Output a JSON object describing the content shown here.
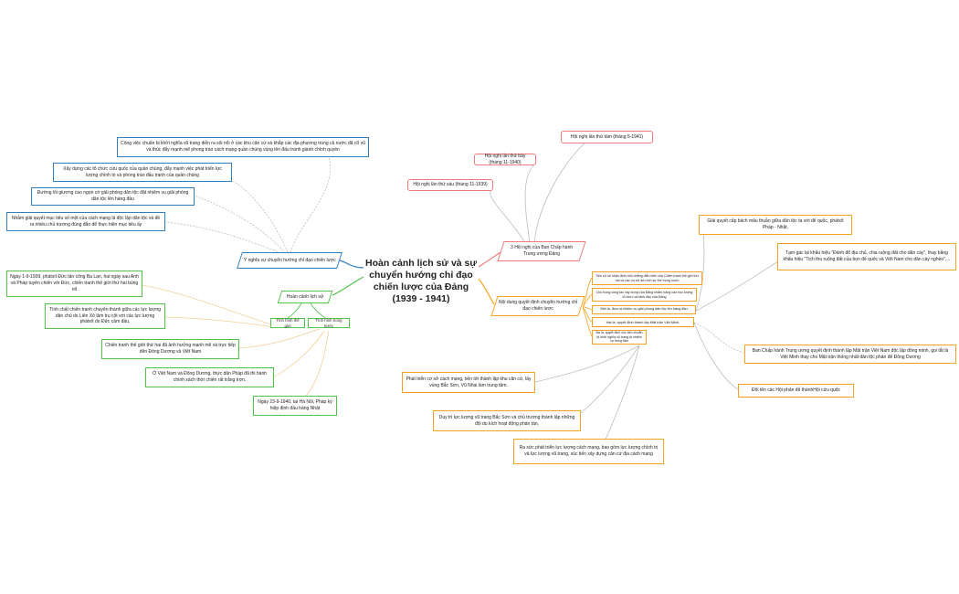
{
  "root": {
    "title": "Hoàn cảnh lịch sử và sự chuyển hướng chỉ đạo chiến lược của Đảng (1939 - 1941)"
  },
  "left": {
    "y_nghia": {
      "label": "Ý nghĩa sự chuyển hướng chỉ đạo chiến lược",
      "items": [
        "Công việc chuẩn bị khởi nghĩa vũ trang diễn ra sôi nổi ở các khu căn cứ và khắp các địa phương trong cả nước đã cổ vũ và thúc đẩy mạnh mẽ phong trào cách mạng quần chúng vùng lên đấu tranh giành chính quyền",
        "Xây dựng các tổ chức cứu quốc của quần chúng, đẩy mạnh việc phát triển lực lượng chính trị và phong trào đấu tranh của quần chúng",
        "Đường lối giương cao ngọn cờ giải phóng dân tộc đặt nhiệm vụ giải phóng dân tộc lên hàng đầu",
        "Nhằm giải quyết mục tiêu số một của cách mạng là độc lập dân tộc và đề ra nhiều chủ trương đúng đắn để thực hiện mục tiêu ấy"
      ]
    },
    "hoan_canh": {
      "label": "Hoàn cảnh lịch sử",
      "the_gioi": "Tình hình thế giới",
      "trong_nuoc": "Tình hình trong nước",
      "the_gioi_items": [
        "Ngày 1-9-1939, phátxít Đức tấn công Ba Lan, hai ngày sau Anh và Pháp tuyên chiến với Đức, chiến tranh thế giới thứ hai bùng nổ",
        "Tính chất chiến tranh chuyển thành giữa các lực lượng dân chủ do Liên Xô làm trụ cột với các lực lượng phátxít do Đức cầm đầu."
      ],
      "trong_nuoc_items": [
        "Chiến tranh thế giới thứ hai đã ảnh hưởng mạnh mẽ và trực tiếp đến Đông Dương và Việt Nam",
        "Ở Việt Nam và Đông Dương, thực dân Pháp đã thi hành chính sách thời chiến rất trắng trợn.",
        "Ngày 23-9-1940, tại Hà Nội, Pháp ký hiệp định đầu hàng Nhật"
      ]
    }
  },
  "right": {
    "hoi_nghi": {
      "label": "3 Hội nghị của Ban Chấp hành Trung ương Đảng",
      "items": [
        "Hội nghị lần thứ sáu (tháng 11-1939)",
        "Hội nghị lần thứ bảy (tháng 11-1940)",
        "Hội nghị lần thứ tám (tháng 5-1941)"
      ]
    },
    "noi_dung": {
      "label": "Nội dung quyết định chuyển hướng chỉ đạo chiến lược",
      "items": [
        "Tiến cử số nhận định nhỏ nhằng diễn biến của Chiến tranh thế giới thứ hai và các cơ sở lịch tình sự thế trong nước",
        "Chú trọng công tác xây dựng của Đảng nhằm nâng cao học lượng tổ chức và lãnh đạo của Đảng",
        "Một là, đưa ra nhiệm vụ giải phóng dân tộc lên hàng đầu",
        "Hai là, quyết định thành lập Mặt trận Việt Minh.",
        "Ba là, quyết định xúc tiến chuẩn bị khởi nghĩa vũ trang là nhiệm vụ trung tâm"
      ],
      "details": [
        "Giải quyết cấp bách mâu thuẫn giữa dân tộc ta với đế quốc, phátxít Pháp - Nhật.",
        "Tạm gác lại khẩu hiệu \"Đánh đổ địa chủ, chia ruộng đất cho dân cày\", thay bằng khẩu hiệu \"Tịch thu ruộng đất của bọn đế quốc và Việt Nam cho dân cày nghèo\",...",
        "Ban Chấp hành Trung ương quyết định thành lập Mặt trận Việt Nam độc lập đồng minh, gọi tắt là Việt Minh thay cho Mặt trận thống nhất dân tộc phản đế Đông Dương",
        "Đổi tên các Hội phản đế thànhHội cứu quốc",
        "Phát triển cơ sở cách mạng, tiến tới thành lập khu căn cứ, lấy vùng Bắc Sơn, Vũ Nhai làm trung tâm.",
        "Duy trì lực lượng vũ trang Bắc Sơn và chủ trương thành lập những đội du kích hoạt động phân tán.",
        "Ra sức phát triển lực lượng cách mạng, bao gồm lực lượng chính trị và lực lượng vũ trang, xúc tiến xây dựng căn cứ địa cách mạng"
      ]
    }
  },
  "colors": {
    "blue": "#2f7fc1",
    "green": "#4fc34a",
    "orange": "#f2a41f",
    "red": "#ee7b7b",
    "wire": "#b5b5b5"
  }
}
